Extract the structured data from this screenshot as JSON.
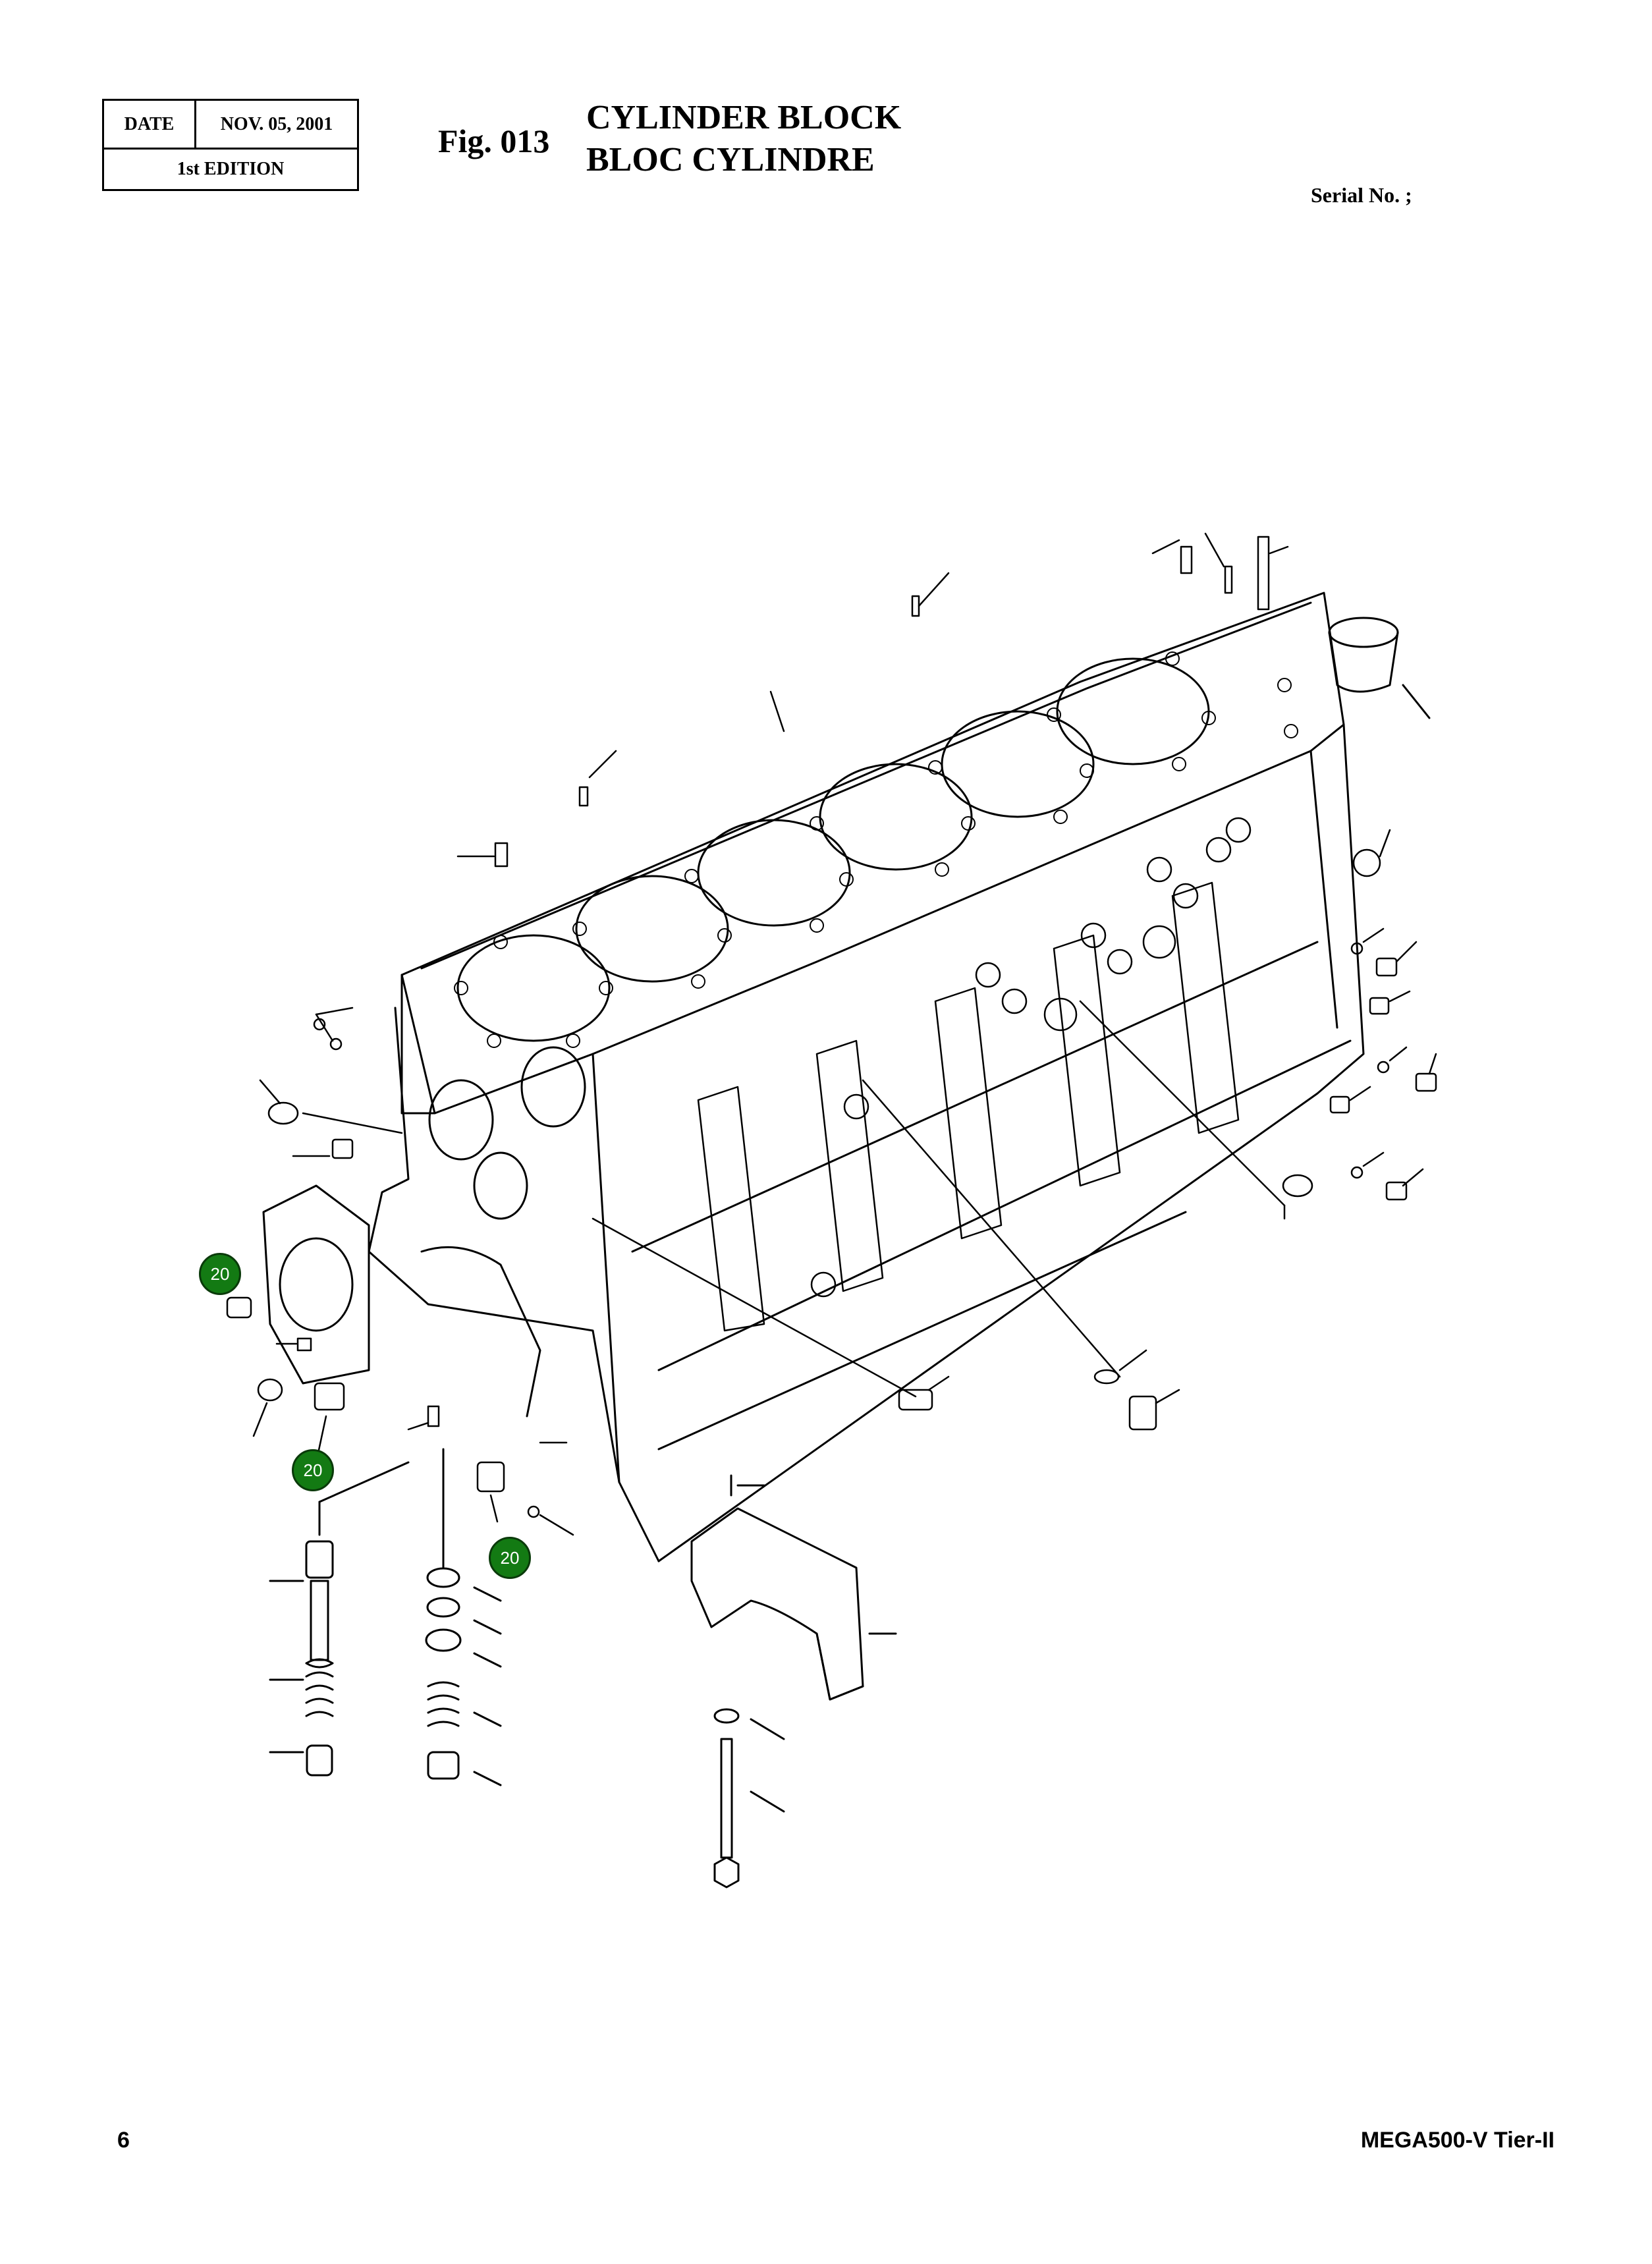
{
  "header": {
    "date_label": "DATE",
    "date_value": "NOV. 05, 2001",
    "edition": "1st EDITION",
    "figure": "Fig. 013",
    "title_en": "CYLINDER BLOCK",
    "title_fr": "BLOC CYLINDRE",
    "serial": "Serial No. ;"
  },
  "callouts": [
    "20",
    "20",
    "20"
  ],
  "footer": {
    "page": "6",
    "model": "MEGA500-V Tier-II"
  }
}
